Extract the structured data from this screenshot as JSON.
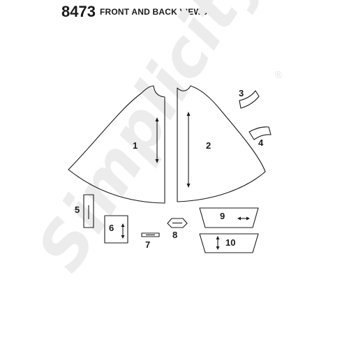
{
  "header": {
    "pattern_number": "8473",
    "title": "FRONT AND BACK VIEWS"
  },
  "watermark": {
    "brand": "Simplicity",
    "registered_mark": "®",
    "color": "#ececec"
  },
  "pieces": [
    {
      "label": "1"
    },
    {
      "label": "2"
    },
    {
      "label": "3"
    },
    {
      "label": "4"
    },
    {
      "label": "5"
    },
    {
      "label": "6"
    },
    {
      "label": "7"
    },
    {
      "label": "8"
    },
    {
      "label": "9"
    },
    {
      "label": "10"
    }
  ],
  "colors": {
    "outline": "#1a1a1a",
    "background": "#ffffff"
  }
}
